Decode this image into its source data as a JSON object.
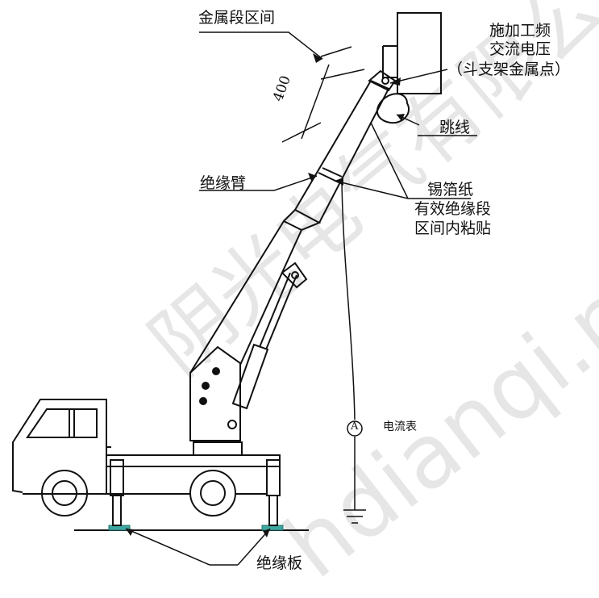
{
  "labels": {
    "metal_section": "金属段区间",
    "voltage_line1": "施加工频",
    "voltage_line2": "交流电压",
    "voltage_line3": "（斗支架金属点）",
    "dimension": "400",
    "jumper": "跳线",
    "insulating_arm": "绝缘臂",
    "foil_line1": "锡箔纸",
    "foil_line2": "有效绝缘段",
    "foil_line3": "区间内粘贴",
    "ammeter_symbol": "A",
    "ammeter": "电流表",
    "insulating_board": "绝缘板"
  },
  "watermark": {
    "company": "阴光电气有限公司",
    "url": "hdianqi.net"
  },
  "colors": {
    "line": "#111111",
    "board": "#3fa7a0",
    "watermark": "rgba(30,30,30,0.11)"
  }
}
